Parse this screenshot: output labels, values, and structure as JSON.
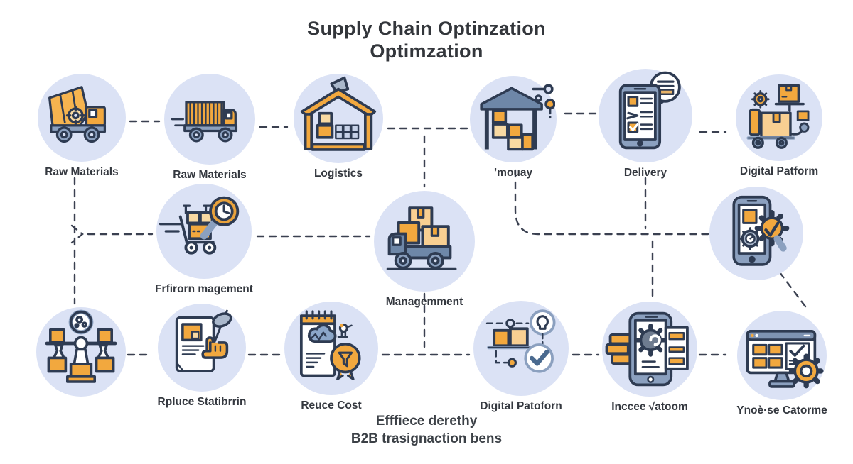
{
  "title": {
    "line1": "Supply Chain Optinzation",
    "line2": "Optimzation"
  },
  "footer": {
    "line1": "Efffiece derethy",
    "line2": "B2B trasignaction bens"
  },
  "colors": {
    "circle_bg": "#dbe2f5",
    "orange": "#f2a83e",
    "light_orange": "#f8cf92",
    "outline": "#2e3b52",
    "slate_blue": "#8ba0bf",
    "connector": "#3a4050",
    "title_text": "#33363b",
    "label_text": "#34383f"
  },
  "nodes": [
    {
      "id": "raw-materials-1",
      "label": "Raw Materials",
      "icon": "dump-truck-icon"
    },
    {
      "id": "raw-materials-2",
      "label": "Raw Materials",
      "icon": "cargo-truck-icon"
    },
    {
      "id": "logistics",
      "label": "Logistics",
      "icon": "warehouse-icon"
    },
    {
      "id": "mouay",
      "label": "ʼmouay",
      "icon": "storage-rack-icon"
    },
    {
      "id": "delivery",
      "label": "Delivery",
      "icon": "tablet-checklist-icon"
    },
    {
      "id": "digital-patform",
      "label": "Digital Patform",
      "icon": "logistics-cart-icon"
    },
    {
      "id": "frfirorn-magement",
      "label": "Frfirorn magement",
      "icon": "cart-magnifier-clock-icon"
    },
    {
      "id": "managemment",
      "label": "Managemment",
      "icon": "delivery-truck-boxes-icon"
    },
    {
      "id": "phone-gears",
      "label": "",
      "icon": "phone-gears-icon"
    },
    {
      "id": "balance",
      "label": "",
      "icon": "balance-scale-boxes-icon"
    },
    {
      "id": "rpluce-statibrrin",
      "label": "Rpluce Statibrrin",
      "icon": "document-hand-icon"
    },
    {
      "id": "reuce-cost",
      "label": "Reuce Cost",
      "icon": "report-funnel-icon"
    },
    {
      "id": "digital-patoforn",
      "label": "Digital Patoforn",
      "icon": "boxes-checkmark-icon"
    },
    {
      "id": "inccee-vatoom",
      "label": "Inccee √atoom",
      "icon": "tablet-coins-gear-icon"
    },
    {
      "id": "ynoese-catorme",
      "label": "Ynoè·se Catorme",
      "icon": "monitor-gear-icon"
    }
  ]
}
